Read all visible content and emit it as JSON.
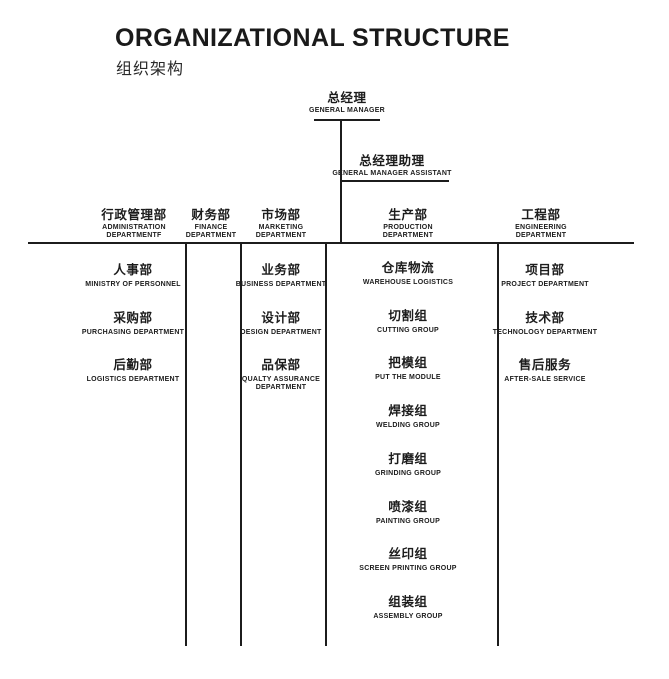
{
  "title": "ORGANIZATIONAL STRUCTURE",
  "subtitle": "组织架构",
  "colors": {
    "text": "#1c1c1c",
    "line": "#1c1c1c",
    "background": "#ffffff"
  },
  "chart": {
    "root": {
      "zh": "总经理",
      "en": "GENERAL MANAGER"
    },
    "assistant": {
      "zh": "总经理助理",
      "en": "GENERAL MANAGER ASSISTANT"
    },
    "departments": [
      {
        "zh": "行政管理部",
        "en": "ADMINISTRATION\nDEPARTMENTF",
        "items": [
          {
            "zh": "人事部",
            "en": "MINISTRY OF PERSONNEL"
          },
          {
            "zh": "采购部",
            "en": "PURCHASING DEPARTMENT"
          },
          {
            "zh": "后勤部",
            "en": "LOGISTICS DEPARTMENT"
          }
        ]
      },
      {
        "zh": "财务部",
        "en": "FINANCE\nDEPARTMENT",
        "items": []
      },
      {
        "zh": "市场部",
        "en": "MARKETING\nDEPARTMENT",
        "items": [
          {
            "zh": "业务部",
            "en": "BUSINESS DEPARTMENT"
          },
          {
            "zh": "设计部",
            "en": "DESIGN DEPARTMENT"
          },
          {
            "zh": "品保部",
            "en": "QUALTY ASSURANCE\nDEPARTMENT"
          }
        ]
      },
      {
        "zh": "生产部",
        "en": "PRODUCTION\nDEPARTMENT",
        "items": [
          {
            "zh": "仓库物流",
            "en": "WAREHOUSE LOGISTICS"
          },
          {
            "zh": "切割组",
            "en": "CUTTING GROUP"
          },
          {
            "zh": "把模组",
            "en": "PUT THE MODULE"
          },
          {
            "zh": "焊接组",
            "en": "WELDING GROUP"
          },
          {
            "zh": "打磨组",
            "en": "GRINDING GROUP"
          },
          {
            "zh": "喷漆组",
            "en": "PAINTING GROUP"
          },
          {
            "zh": "丝印组",
            "en": "SCREEN PRINTING GROUP"
          },
          {
            "zh": "组装组",
            "en": "ASSEMBLY GROUP"
          }
        ]
      },
      {
        "zh": "工程部",
        "en": "ENGINEERING\nDEPARTMENT",
        "items": [
          {
            "zh": "项目部",
            "en": "PROJECT DEPARTMENT"
          },
          {
            "zh": "技术部",
            "en": "TECHNOLOGY DEPARTMENT"
          },
          {
            "zh": "售后服务",
            "en": "AFTER-SALE SERVICE"
          }
        ]
      }
    ]
  }
}
